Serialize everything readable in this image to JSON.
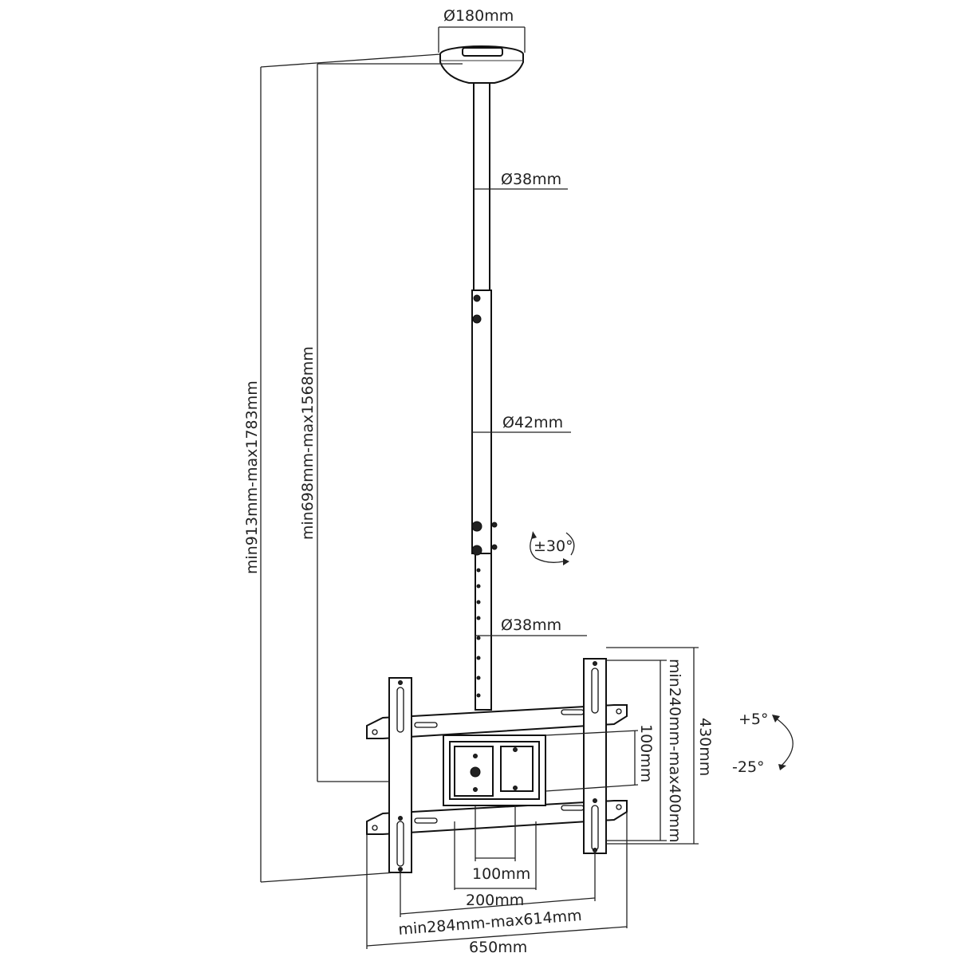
{
  "dimensions": {
    "ceiling_plate_diameter": "Ø180mm",
    "upper_pole_diameter": "Ø38mm",
    "middle_pole_diameter": "Ø42mm",
    "lower_pole_diameter": "Ø38mm",
    "rotation": "±30°",
    "overall_height": "min913mm-max1783mm",
    "pole_height": "min698mm-max1568mm",
    "arm_vertical_spacing": "min240mm-max400mm",
    "bracket_height": "430mm",
    "center_plate_height": "100mm",
    "tilt_up": "+5°",
    "tilt_down": "-25°",
    "center_hole_width": "100mm",
    "center_plate_width": "200mm",
    "arm_horizontal_spacing": "min284mm-max614mm",
    "bracket_width": "650mm"
  }
}
